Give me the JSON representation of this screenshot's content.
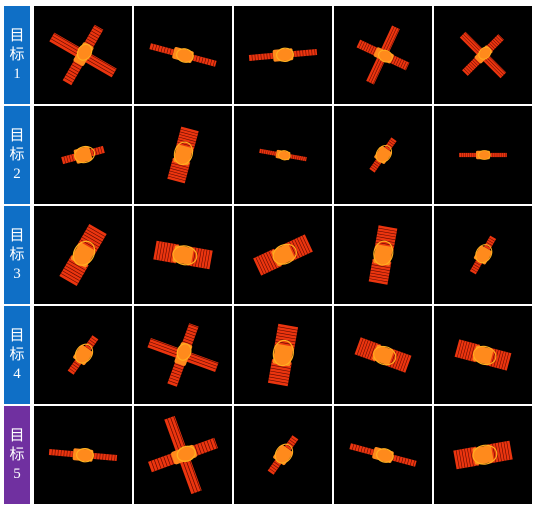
{
  "colors": {
    "target_label_blue": "#0f6fc6",
    "target_label_purple": "#7030a0",
    "panel_red": "#ff3a10",
    "body_orange": "#ff8a1c",
    "background": "#000000"
  },
  "rows": [
    {
      "label_top": "目",
      "label_mid": "标",
      "label_num": "1",
      "color": "#0f6fc6",
      "cells": [
        {
          "icon": "satellite-cross-icon",
          "rot": -60,
          "scale": 1.0
        },
        {
          "icon": "satellite-slim-icon",
          "rot": 15,
          "scale": 1.0
        },
        {
          "icon": "satellite-slim-icon",
          "rot": -5,
          "scale": 1.0
        },
        {
          "icon": "satellite-cross-icon",
          "rot": 25,
          "scale": 0.85
        },
        {
          "icon": "satellite-cross-icon",
          "rot": -45,
          "scale": 0.8
        }
      ]
    },
    {
      "label_top": "目",
      "label_mid": "标",
      "label_num": "2",
      "color": "#0f6fc6",
      "cells": [
        {
          "icon": "satellite-compact-icon",
          "rot": -15,
          "scale": 0.9
        },
        {
          "icon": "satellite-panel-icon",
          "rot": -75,
          "scale": 0.9
        },
        {
          "icon": "satellite-slim-icon",
          "rot": 10,
          "scale": 0.7
        },
        {
          "icon": "satellite-compact-icon",
          "rot": -55,
          "scale": 0.8
        },
        {
          "icon": "satellite-slim-icon",
          "rot": 0,
          "scale": 0.7
        }
      ]
    },
    {
      "label_top": "目",
      "label_mid": "标",
      "label_num": "3",
      "color": "#0f6fc6",
      "cells": [
        {
          "icon": "satellite-panel-icon",
          "rot": -60,
          "scale": 1.0
        },
        {
          "icon": "satellite-panel-icon",
          "rot": 10,
          "scale": 0.95
        },
        {
          "icon": "satellite-panel-icon",
          "rot": -25,
          "scale": 0.95
        },
        {
          "icon": "satellite-panel-icon",
          "rot": -80,
          "scale": 0.95
        },
        {
          "icon": "satellite-compact-icon",
          "rot": -60,
          "scale": 0.85
        }
      ]
    },
    {
      "label_top": "目",
      "label_mid": "标",
      "label_num": "4",
      "color": "#0f6fc6",
      "cells": [
        {
          "icon": "satellite-compact-icon",
          "rot": -55,
          "scale": 0.9
        },
        {
          "icon": "satellite-cross-icon",
          "rot": -70,
          "scale": 1.0
        },
        {
          "icon": "satellite-panel-icon",
          "rot": -80,
          "scale": 1.0
        },
        {
          "icon": "satellite-panel-icon",
          "rot": 20,
          "scale": 0.9
        },
        {
          "icon": "satellite-panel-icon",
          "rot": 15,
          "scale": 0.9
        }
      ]
    },
    {
      "label_top": "目",
      "label_mid": "标",
      "label_num": "5",
      "color": "#7030a0",
      "cells": [
        {
          "icon": "satellite-slim-icon",
          "rot": 5,
          "scale": 1.0
        },
        {
          "icon": "satellite-cross-icon",
          "rot": -20,
          "scale": 1.1
        },
        {
          "icon": "satellite-compact-icon",
          "rot": -55,
          "scale": 0.9
        },
        {
          "icon": "satellite-slim-icon",
          "rot": 15,
          "scale": 1.0
        },
        {
          "icon": "satellite-panel-icon",
          "rot": -10,
          "scale": 0.95
        }
      ]
    }
  ]
}
